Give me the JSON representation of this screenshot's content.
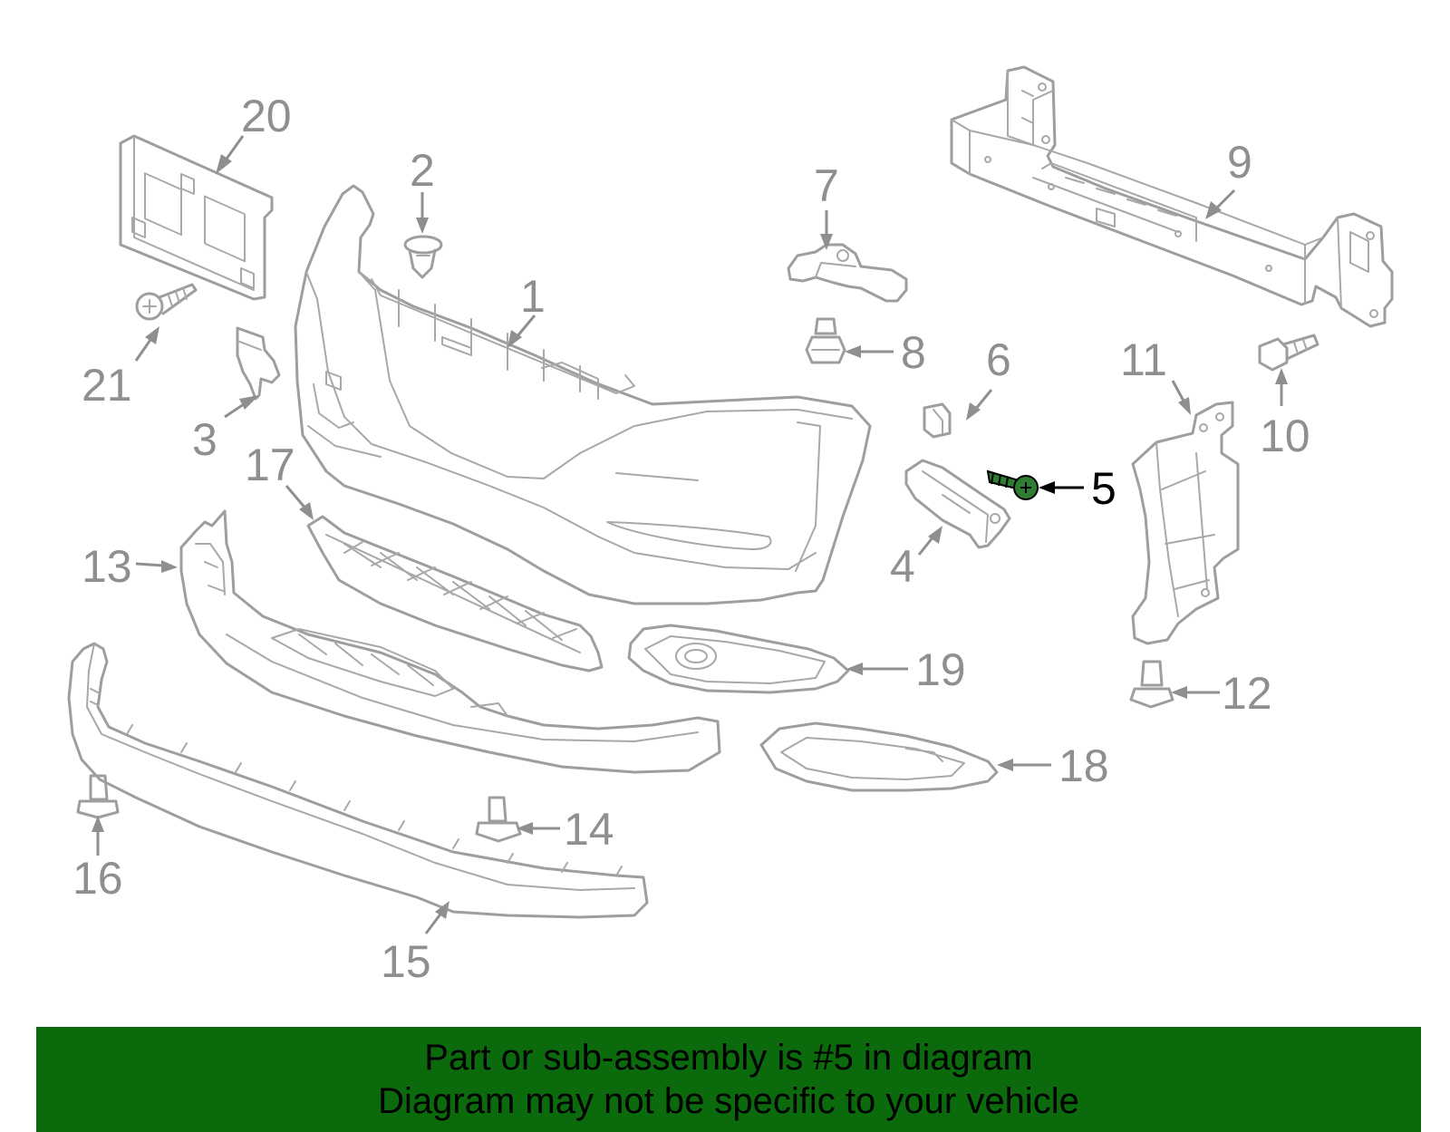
{
  "callouts": {
    "c1": "1",
    "c2": "2",
    "c3": "3",
    "c4": "4",
    "c5": "5",
    "c6": "6",
    "c7": "7",
    "c8": "8",
    "c9": "9",
    "c10": "10",
    "c11": "11",
    "c12": "12",
    "c13": "13",
    "c14": "14",
    "c15": "15",
    "c16": "16",
    "c17": "17",
    "c18": "18",
    "c19": "19",
    "c20": "20",
    "c21": "21"
  },
  "highlighted_part": "5",
  "colors": {
    "line": "#9e9e9e",
    "callout": "#8f8f8f",
    "highlight_part": "#2e7d32",
    "banner": "#0b6a0b"
  },
  "banner": {
    "line1": "Part or sub-assembly is #5 in diagram",
    "line2": "Diagram may not be specific to your vehicle"
  }
}
